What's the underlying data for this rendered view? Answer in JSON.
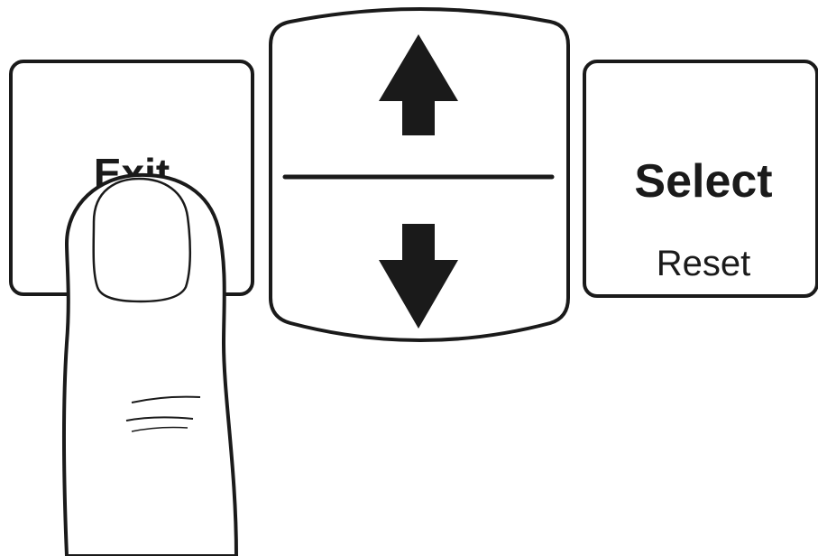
{
  "keys": {
    "exit": {
      "label": "Exit"
    },
    "up_down": {
      "up_icon": "arrow-up-icon",
      "down_icon": "arrow-down-icon"
    },
    "select": {
      "label": "Select",
      "sublabel": "Reset"
    }
  },
  "colors": {
    "ink": "#1a1a1a",
    "key_face": "#ffffff",
    "finger_fill": "#ffffff"
  }
}
